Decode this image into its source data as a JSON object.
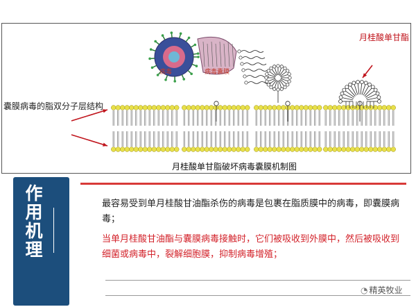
{
  "figure": {
    "left_label": "囊膜病毒的脂双分子层结构",
    "label_virus": "病毒",
    "label_envelope": "病毒囊膜",
    "label_glm": "月桂酸单甘酯",
    "caption": "月桂酸单甘脂破坏病毒囊膜机制图",
    "accent_color": "#c0141c",
    "head_color": "#e8e04a"
  },
  "section": {
    "tag": "作用机理",
    "tag_color": "#1c4e7c",
    "para1": "最容易受到单月桂酸甘油酯杀伤的病毒是包裹在脂质膜中的病毒，即囊膜病毒；",
    "para2": "当单月桂酸甘油酯与囊膜病毒接触时，它们被吸收到外膜中，然后被吸收到细菌或病毒中，裂解细胞膜，抑制病毒增殖；"
  },
  "watermark": {
    "text": "精英牧业",
    "icon": "wechat-icon"
  }
}
